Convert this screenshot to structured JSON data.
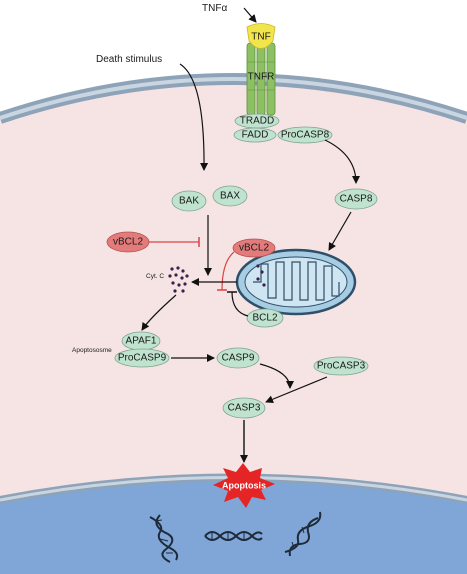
{
  "ligand": {
    "label": "TNFα",
    "tnf": "TNF",
    "receptor": "TNFR"
  },
  "death_stimulus": "Death stimulus",
  "proteins": {
    "tradd": "TRADD",
    "fadd": "FADD",
    "procasp8": "ProCASP8",
    "casp8": "CASP8",
    "bak": "BAK",
    "bax": "BAX",
    "vbcl2_a": "vBCL2",
    "vbcl2_b": "vBCL2",
    "bcl2": "BCL2",
    "apaf1": "APAF1",
    "procasp9": "ProCASP9",
    "casp9": "CASP9",
    "procasp3": "ProCASP3",
    "casp3": "CASP3"
  },
  "labels": {
    "cytc": "Cyt. C",
    "apoptosome": "Apoptososme"
  },
  "apoptosis": "Apoptosis",
  "colors": {
    "cytoplasm": "#f6e4e4",
    "membrane": "#8fa3b8",
    "nucleus": "#7fa6d6",
    "protein": "#bfe3cf",
    "vbcl2": "#e37b7b",
    "receptor": "#8cc063",
    "tnf": "#f2e54b",
    "mitochondrion": "#a7cde3",
    "apoptosis": "#e52525"
  }
}
